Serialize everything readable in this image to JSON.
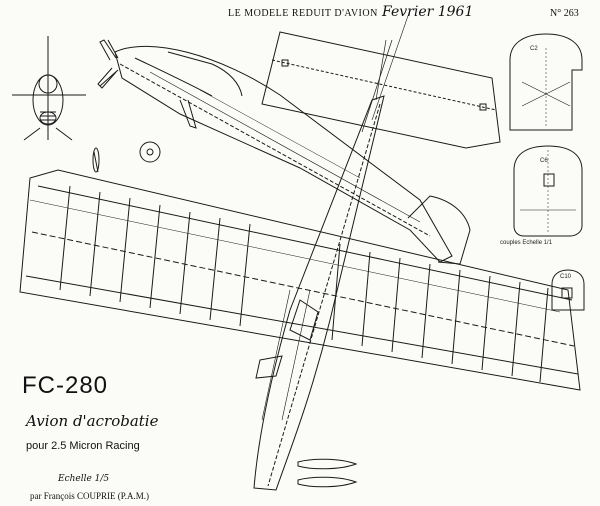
{
  "header": {
    "magazine": "LE MODELE REDUIT D'AVION",
    "date": "Fevrier 1961",
    "issue": "N° 263"
  },
  "title_block": {
    "model": "FC-280",
    "subtitle": "Avion d'acrobatie",
    "engine": "pour 2.5 Micron Racing",
    "scale": "Echelle 1/5",
    "author": "par François COUPRIE (P.A.M.)"
  },
  "bulkheads": {
    "c2": "C2",
    "c6": "C6",
    "c10": "C10",
    "note": "couples Echelle 1/1"
  },
  "ink_color": "#1a1a1a",
  "paper_color": "#fbfbf8"
}
